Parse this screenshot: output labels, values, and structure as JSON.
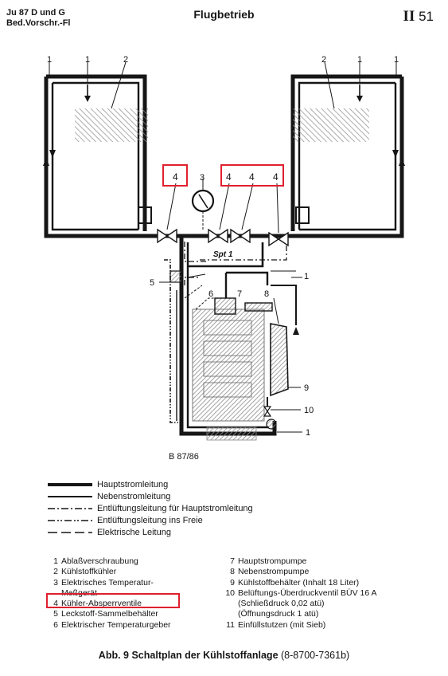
{
  "header": {
    "left_line1": "Ju 87 D und G",
    "left_line2": "Bed.Vorschr.-Fl",
    "title": "Flugbetrieb",
    "page_roman": "II",
    "page_number": "51"
  },
  "diagram": {
    "labels": {
      "l1_left_outer": "1",
      "l1_left_inner": "1",
      "l2_left": "2",
      "l2_right": "2",
      "l1_right_inner": "1",
      "l1_right_outer": "1",
      "l4_left": "4",
      "l3": "3",
      "l4_a": "4",
      "l4_b": "4",
      "l4_c": "4",
      "spt": "Spt 1",
      "l1_mid": "1",
      "l5": "5",
      "l6": "6",
      "l7": "7",
      "l8": "8",
      "l9": "9",
      "l10": "10",
      "l1_bottom": "1"
    },
    "code": "B 87/86"
  },
  "legend": [
    {
      "style": "heavy",
      "label": "Hauptstromleitung"
    },
    {
      "style": "medium",
      "label": "Nebenstromleitung"
    },
    {
      "style": "dashdot",
      "label": "Entlüftungsleitung für Hauptstromleitung"
    },
    {
      "style": "dashdotdot",
      "label": "Entlüftungsleitung ins Freie"
    },
    {
      "style": "dashed",
      "label": "Elektrische Leitung"
    }
  ],
  "parts_left": [
    {
      "num": "1",
      "text": "Ablaßverschraubung"
    },
    {
      "num": "2",
      "text": "Kühlstoffkühler"
    },
    {
      "num": "3",
      "text": "Elektrisches Temperatur-",
      "cont": "Meßgerät"
    },
    {
      "num": "4",
      "text": "Kühler-Absperrventile"
    },
    {
      "num": "5",
      "text": "Leckstoff-Sammelbehälter"
    },
    {
      "num": "6",
      "text": "Elektrischer Temperaturgeber"
    }
  ],
  "parts_right": [
    {
      "num": "7",
      "text": "Hauptstrompumpe"
    },
    {
      "num": "8",
      "text": "Nebenstrompumpe"
    },
    {
      "num": "9",
      "text": "Kühlstoffbehälter (Inhalt 18 Liter)"
    },
    {
      "num": "10",
      "text": "Belüftungs-Überdruckventil BÜV 16 A",
      "cont": "(Schließdruck 0,02 atü)",
      "cont2": "(Öffnungsdruck 1 atü)"
    },
    {
      "num": "11",
      "text": "Einfüllstutzen (mit Sieb)"
    }
  ],
  "caption": {
    "bold": "Abb. 9  Schaltplan der Kühlstoffanlage",
    "normal": "(8-8700-7361b)"
  },
  "colors": {
    "highlight": "#e0202e",
    "ink": "#161616",
    "hatch": "#9a9a9a"
  }
}
